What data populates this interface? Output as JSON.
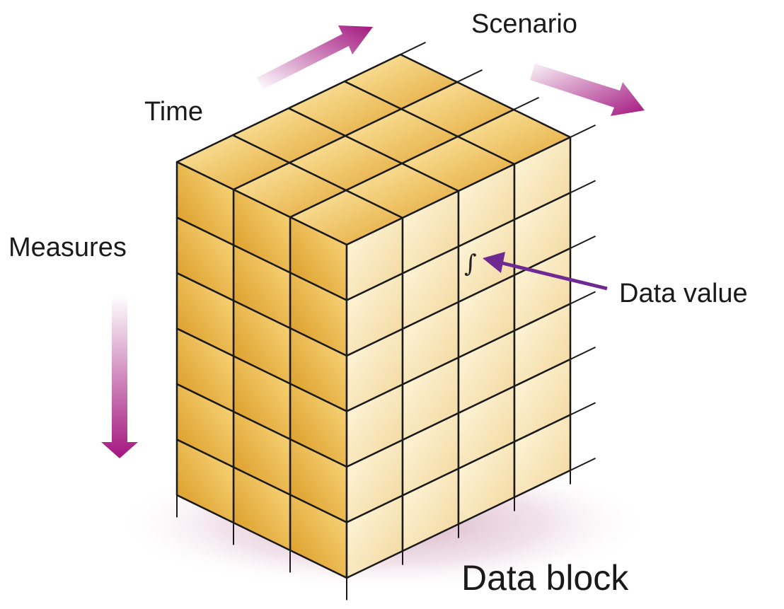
{
  "labels": {
    "scenario": "Scenario",
    "time": "Time",
    "measures": "Measures",
    "data_value": "Data value",
    "data_block": "Data block"
  },
  "value_symbol": "∫",
  "colors": {
    "arrow_purple": "#a3167f",
    "pointer_purple": "#6f2a91",
    "top_face_light": "#fde9a8",
    "top_face_dark": "#e4a93a",
    "left_face_light": "#fcdc84",
    "left_face_dark": "#d8961f",
    "right_face_light": "#fff9e0",
    "right_face_dark": "#f2d59a",
    "grid_line": "#1a1a1a",
    "shadow": "#c9a0b6"
  },
  "icons": {
    "time_arrow": "arrow-up-right",
    "scenario_arrow": "arrow-down-right",
    "measures_arrow": "arrow-down",
    "data_value_pointer": "arrow-left"
  }
}
